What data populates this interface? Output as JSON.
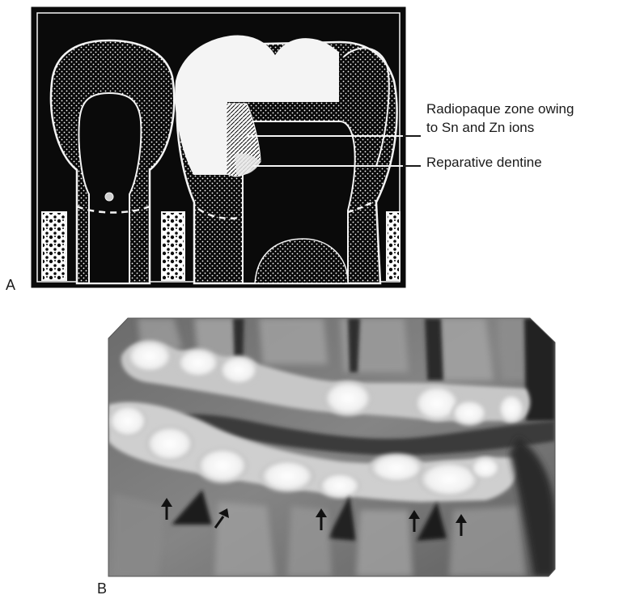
{
  "figure": {
    "panel_a": {
      "letter": "A",
      "annotations": [
        {
          "line1": "Radiopaque zone owing",
          "line2": "to Sn and Zn ions"
        },
        {
          "line1": "Reparative dentine",
          "line2": ""
        }
      ]
    },
    "panel_b": {
      "letter": "B",
      "arrow_count": 5
    }
  },
  "colors": {
    "background": "#ffffff",
    "diagram_black": "#0a0a0a",
    "outline_white": "#f4f4f4",
    "xray_dark": "#2e2e2e",
    "xray_mid": "#8c8c8c",
    "xray_bright": "#f2f2f2"
  }
}
